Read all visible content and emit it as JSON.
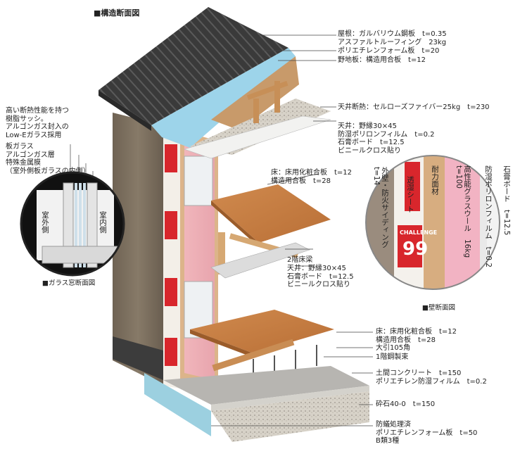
{
  "title": "■構造断面図",
  "window_section": {
    "caption": "■ガラス窓断面図",
    "note_lines": [
      "高い断熱性能を持つ",
      "樹脂サッシ。",
      "アルゴンガス封入の",
      "Low-Eガラス採用"
    ],
    "layer_lines": [
      "板ガラス",
      "アルゴンガス層",
      "特殊金属膜",
      "（室外側板ガラスの内側）"
    ],
    "outside_label": "室外側",
    "inside_label": "室内側"
  },
  "wall_section": {
    "caption": "■壁断面図",
    "cols": [
      "外壁・防火サイディング　t=14",
      "透湿シート",
      "耐力面材",
      "高性能グラスウール　16kg　t=100",
      "防湿ポリロンフィルム　t=0.2",
      "石膏ボード　t=12.5"
    ],
    "brand": "CHALLENGE",
    "brand_num": "99"
  },
  "labels": {
    "roof": [
      "屋根：ガルバリウム鋼板　t=0.35",
      "アスファルトルーフィング　23kg"
    ],
    "roof_foam": [
      "ポリエチレンフォーム板　t=20"
    ],
    "roof_sheathing": [
      "野地板：構造用合板　t=12"
    ],
    "ceiling_insulation": [
      "天井断熱：セルローズファイバー25kg　t=230"
    ],
    "ceiling_upper": [
      "天井：野縁30×45",
      "防湿ポリロンフィルム　t=0.2",
      "石膏ボード　t=12.5",
      "ビニールクロス貼り"
    ],
    "floor2": [
      "床：床用化粧合板　t=12",
      "構造用合板　t=28"
    ],
    "beam2": [
      "2階床梁"
    ],
    "ceiling_lower": [
      "天井：野縁30×45",
      "石膏ボード　t=12.5",
      "ビニールクロス貼り"
    ],
    "floor1": [
      "床：床用化粧合板　t=12",
      "構造用合板　t=28"
    ],
    "sill": [
      "大引105角"
    ],
    "floor_post": [
      "1階鋼製束"
    ],
    "slab": [
      "土間コンクリート　t=150",
      "ポリエチレン防湿フィルム　t=0.2"
    ],
    "gravel": [
      "砕石40-0　t=150"
    ],
    "foundation_foam": [
      "防蟻処理済",
      "ポリエチレンフォーム板　t=50",
      "B類3種"
    ]
  }
}
